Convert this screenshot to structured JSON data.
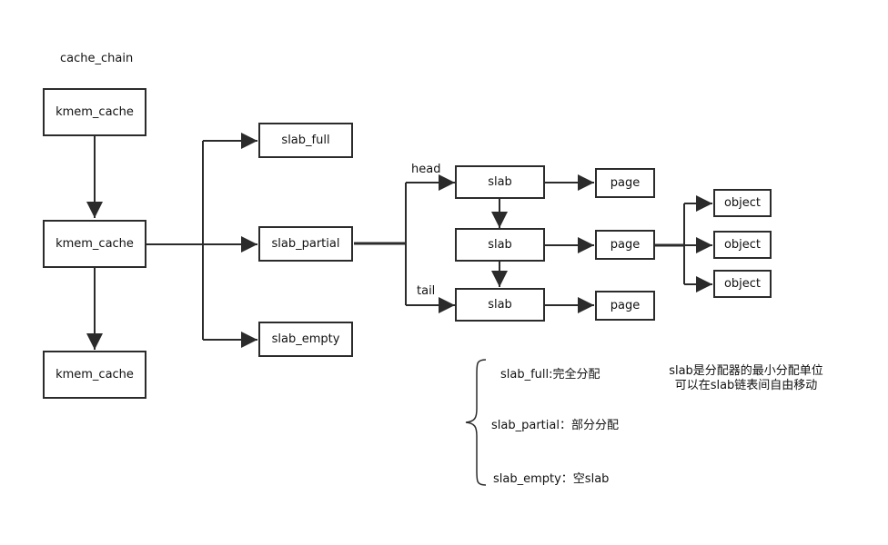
{
  "diagram": {
    "title": "cache_chain",
    "kmem_caches": [
      "kmem_cache",
      "kmem_cache",
      "kmem_cache"
    ],
    "slab_lists": [
      "slab_full",
      "slab_partial",
      "slab_empty"
    ],
    "slabs": [
      "slab",
      "slab",
      "slab"
    ],
    "pages": [
      "page",
      "page",
      "page"
    ],
    "objects": [
      "object",
      "object",
      "object"
    ],
    "edge_labels": {
      "head": "head",
      "tail": "tail"
    },
    "legend": [
      "slab_full:完全分配",
      "slab_partial：部分分配",
      "slab_empty：空slab"
    ],
    "note": [
      "slab是分配器的最小分配单位",
      "可以在slab链表间自由移动"
    ],
    "colors": {
      "stroke": "#2b2b2b",
      "text": "#111111",
      "background": "#ffffff"
    }
  }
}
